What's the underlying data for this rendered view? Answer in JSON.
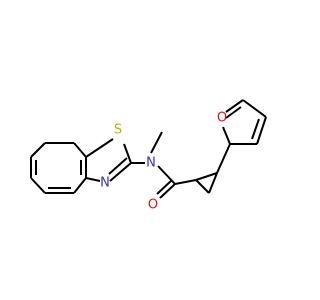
{
  "molecule": {
    "atoms": [
      {
        "id": "S",
        "symbol": "S",
        "color": "#b8b800"
      },
      {
        "id": "N1",
        "symbol": "N",
        "color": "#3333cc"
      },
      {
        "id": "N2",
        "symbol": "N",
        "color": "#3333cc"
      },
      {
        "id": "O1",
        "symbol": "O",
        "color": "#ee1111"
      },
      {
        "id": "O2",
        "symbol": "O",
        "color": "#ee1111"
      }
    ],
    "bond_color": "#000000",
    "background": "#ffffff"
  }
}
